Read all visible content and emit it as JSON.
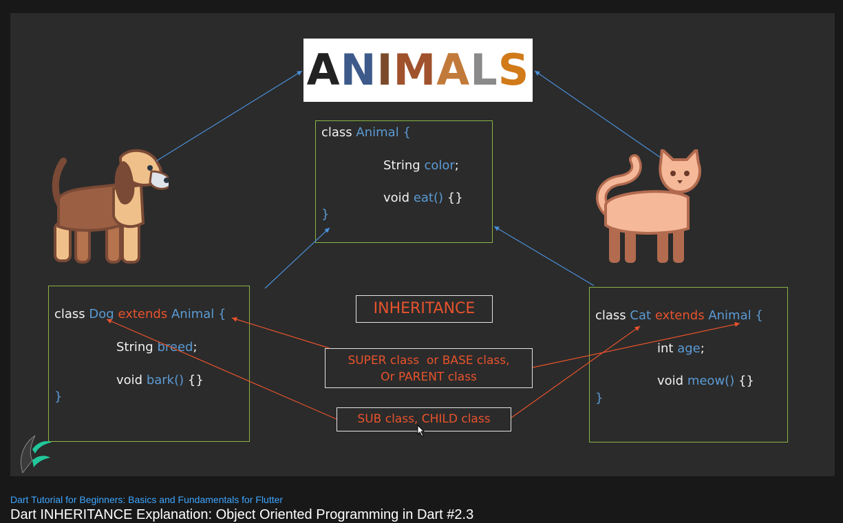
{
  "slide": {
    "logo_text": "ANIMALS",
    "inheritance_label": "INHERITANCE",
    "super_label_line1": "SUPER class  or BASE class,",
    "super_label_line2": "Or PARENT class",
    "sub_label": "SUB class, CHILD class",
    "animal_class": {
      "kw": "class",
      "name": "Animal",
      "brace_open": "{",
      "field_type": "String",
      "field_name": "color",
      "semi": ";",
      "method_ret": "void",
      "method_name": "eat()",
      "method_body": "{}",
      "brace_close": "}"
    },
    "dog_class": {
      "kw": "class",
      "name": "Dog",
      "extends": "extends",
      "parent": "Animal",
      "brace_open": "{",
      "field_type": "String",
      "field_name": "breed",
      "semi": ";",
      "method_ret": "void",
      "method_name": "bark()",
      "method_body": "{}",
      "brace_close": "}"
    },
    "cat_class": {
      "kw": "class",
      "name": "Cat",
      "extends": "extends",
      "parent": "Animal",
      "brace_open": "{",
      "field_type": "int",
      "field_name": "age",
      "semi": ";",
      "method_ret": "void",
      "method_name": "meow()",
      "method_body": "{}",
      "brace_close": "}"
    }
  },
  "colors": {
    "class_name": "#5b9bd5",
    "extends_keyword": "#e8532c",
    "box_border": "#8bb544",
    "label_text": "#e8532c",
    "arrow_blue": "#4a90d9",
    "arrow_red": "#e8532c"
  },
  "footer": {
    "playlist_link": "Dart Tutorial for Beginners: Basics and Fundamentals for Flutter",
    "video_title": "Dart INHERITANCE Explanation: Object Oriented Programming in Dart #2.3"
  }
}
